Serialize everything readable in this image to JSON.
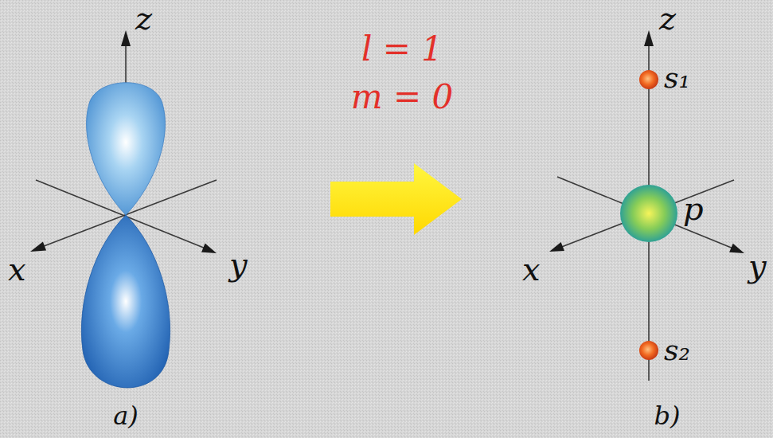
{
  "diagram": {
    "labels": [
      "z",
      "x",
      "y",
      "a)",
      "l = 1",
      "m = 0",
      "z",
      "x",
      "y",
      "s₁",
      "p",
      "s₂",
      "b)"
    ]
  }
}
